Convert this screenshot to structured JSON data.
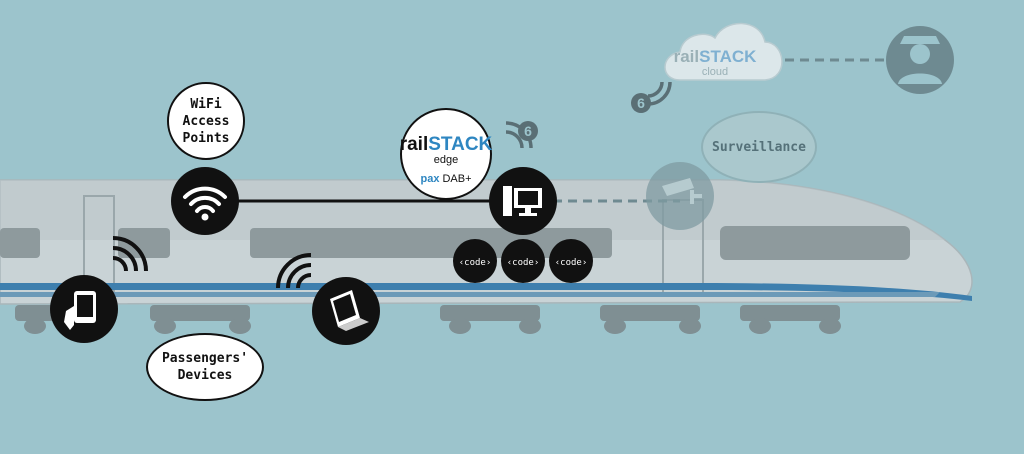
{
  "labels": {
    "wifi_line1": "WiFi",
    "wifi_line2": "Access",
    "wifi_line3": "Points",
    "passengers_line1": "Passengers'",
    "passengers_line2": "Devices",
    "surveillance": "Surveillance"
  },
  "edge_logo": {
    "rail": "rail",
    "stack": "STACK",
    "sub": "edge",
    "pax": "pax",
    "dab": "DAB+"
  },
  "cloud_logo": {
    "rail": "rail",
    "stack": "STACK",
    "sub": "cloud"
  },
  "code_label": "‹code›",
  "badge_number": "6",
  "colors": {
    "background": "#9cc4cc",
    "train_body": "#c9d3d6",
    "train_stripe": "#3e7fae",
    "node_fill": "#111111",
    "logo_blue": "#2e86c1",
    "cloud_fill": "#dce7ea",
    "faded_grey": "#6e8a91"
  },
  "icons": [
    "wifi-icon",
    "tablet-in-hand-icon",
    "laptop-icon",
    "desktop-computer-icon",
    "cctv-camera-icon",
    "conductor-icon",
    "signal-6g-icon",
    "signal-waves-icon"
  ]
}
